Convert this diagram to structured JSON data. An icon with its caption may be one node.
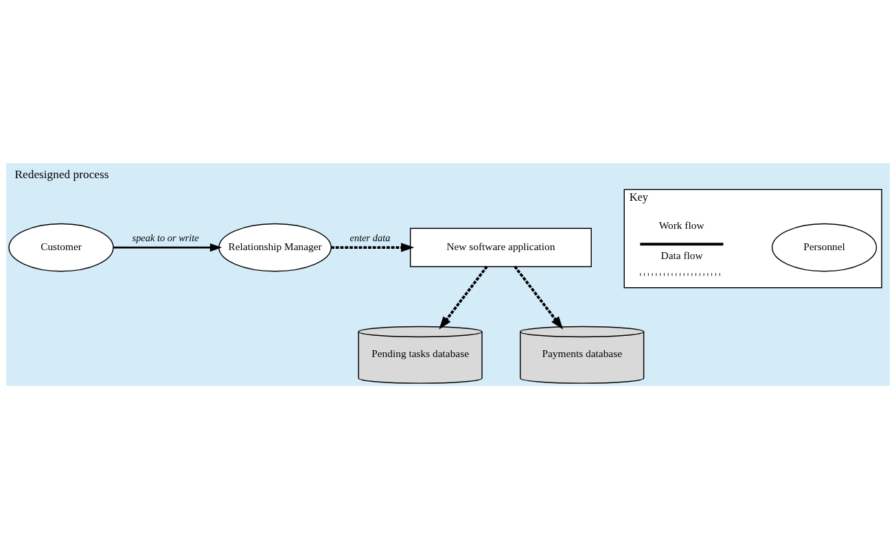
{
  "diagram": {
    "title": "Redesigned process",
    "nodes": [
      {
        "text": [
          "Customer"
        ]
      },
      {
        "text": [
          "Relationship Manager"
        ]
      },
      {
        "text": [
          "New software application"
        ]
      },
      {
        "text": [
          "Pending tasks database"
        ]
      },
      {
        "text": [
          "Payments database"
        ]
      },
      {
        "text": [
          "Key"
        ]
      },
      {
        "text": [
          "Personnel"
        ],
        "in": 5
      }
    ],
    "edges": [
      {
        "from": 0,
        "to": 1,
        "arrow": "to",
        "label": "speak to or write"
      },
      {
        "from": 1,
        "to": 2,
        "arrow": "to",
        "label": "enter data",
        "style": "dashed"
      },
      {
        "from": 2,
        "to": 3,
        "arrow": "to",
        "style": "dashed"
      },
      {
        "from": 2,
        "to": 4,
        "arrow": "to",
        "style": "dashed"
      }
    ],
    "legend": [
      {
        "text": "Work flow"
      },
      {
        "text": "Data flow"
      }
    ]
  }
}
